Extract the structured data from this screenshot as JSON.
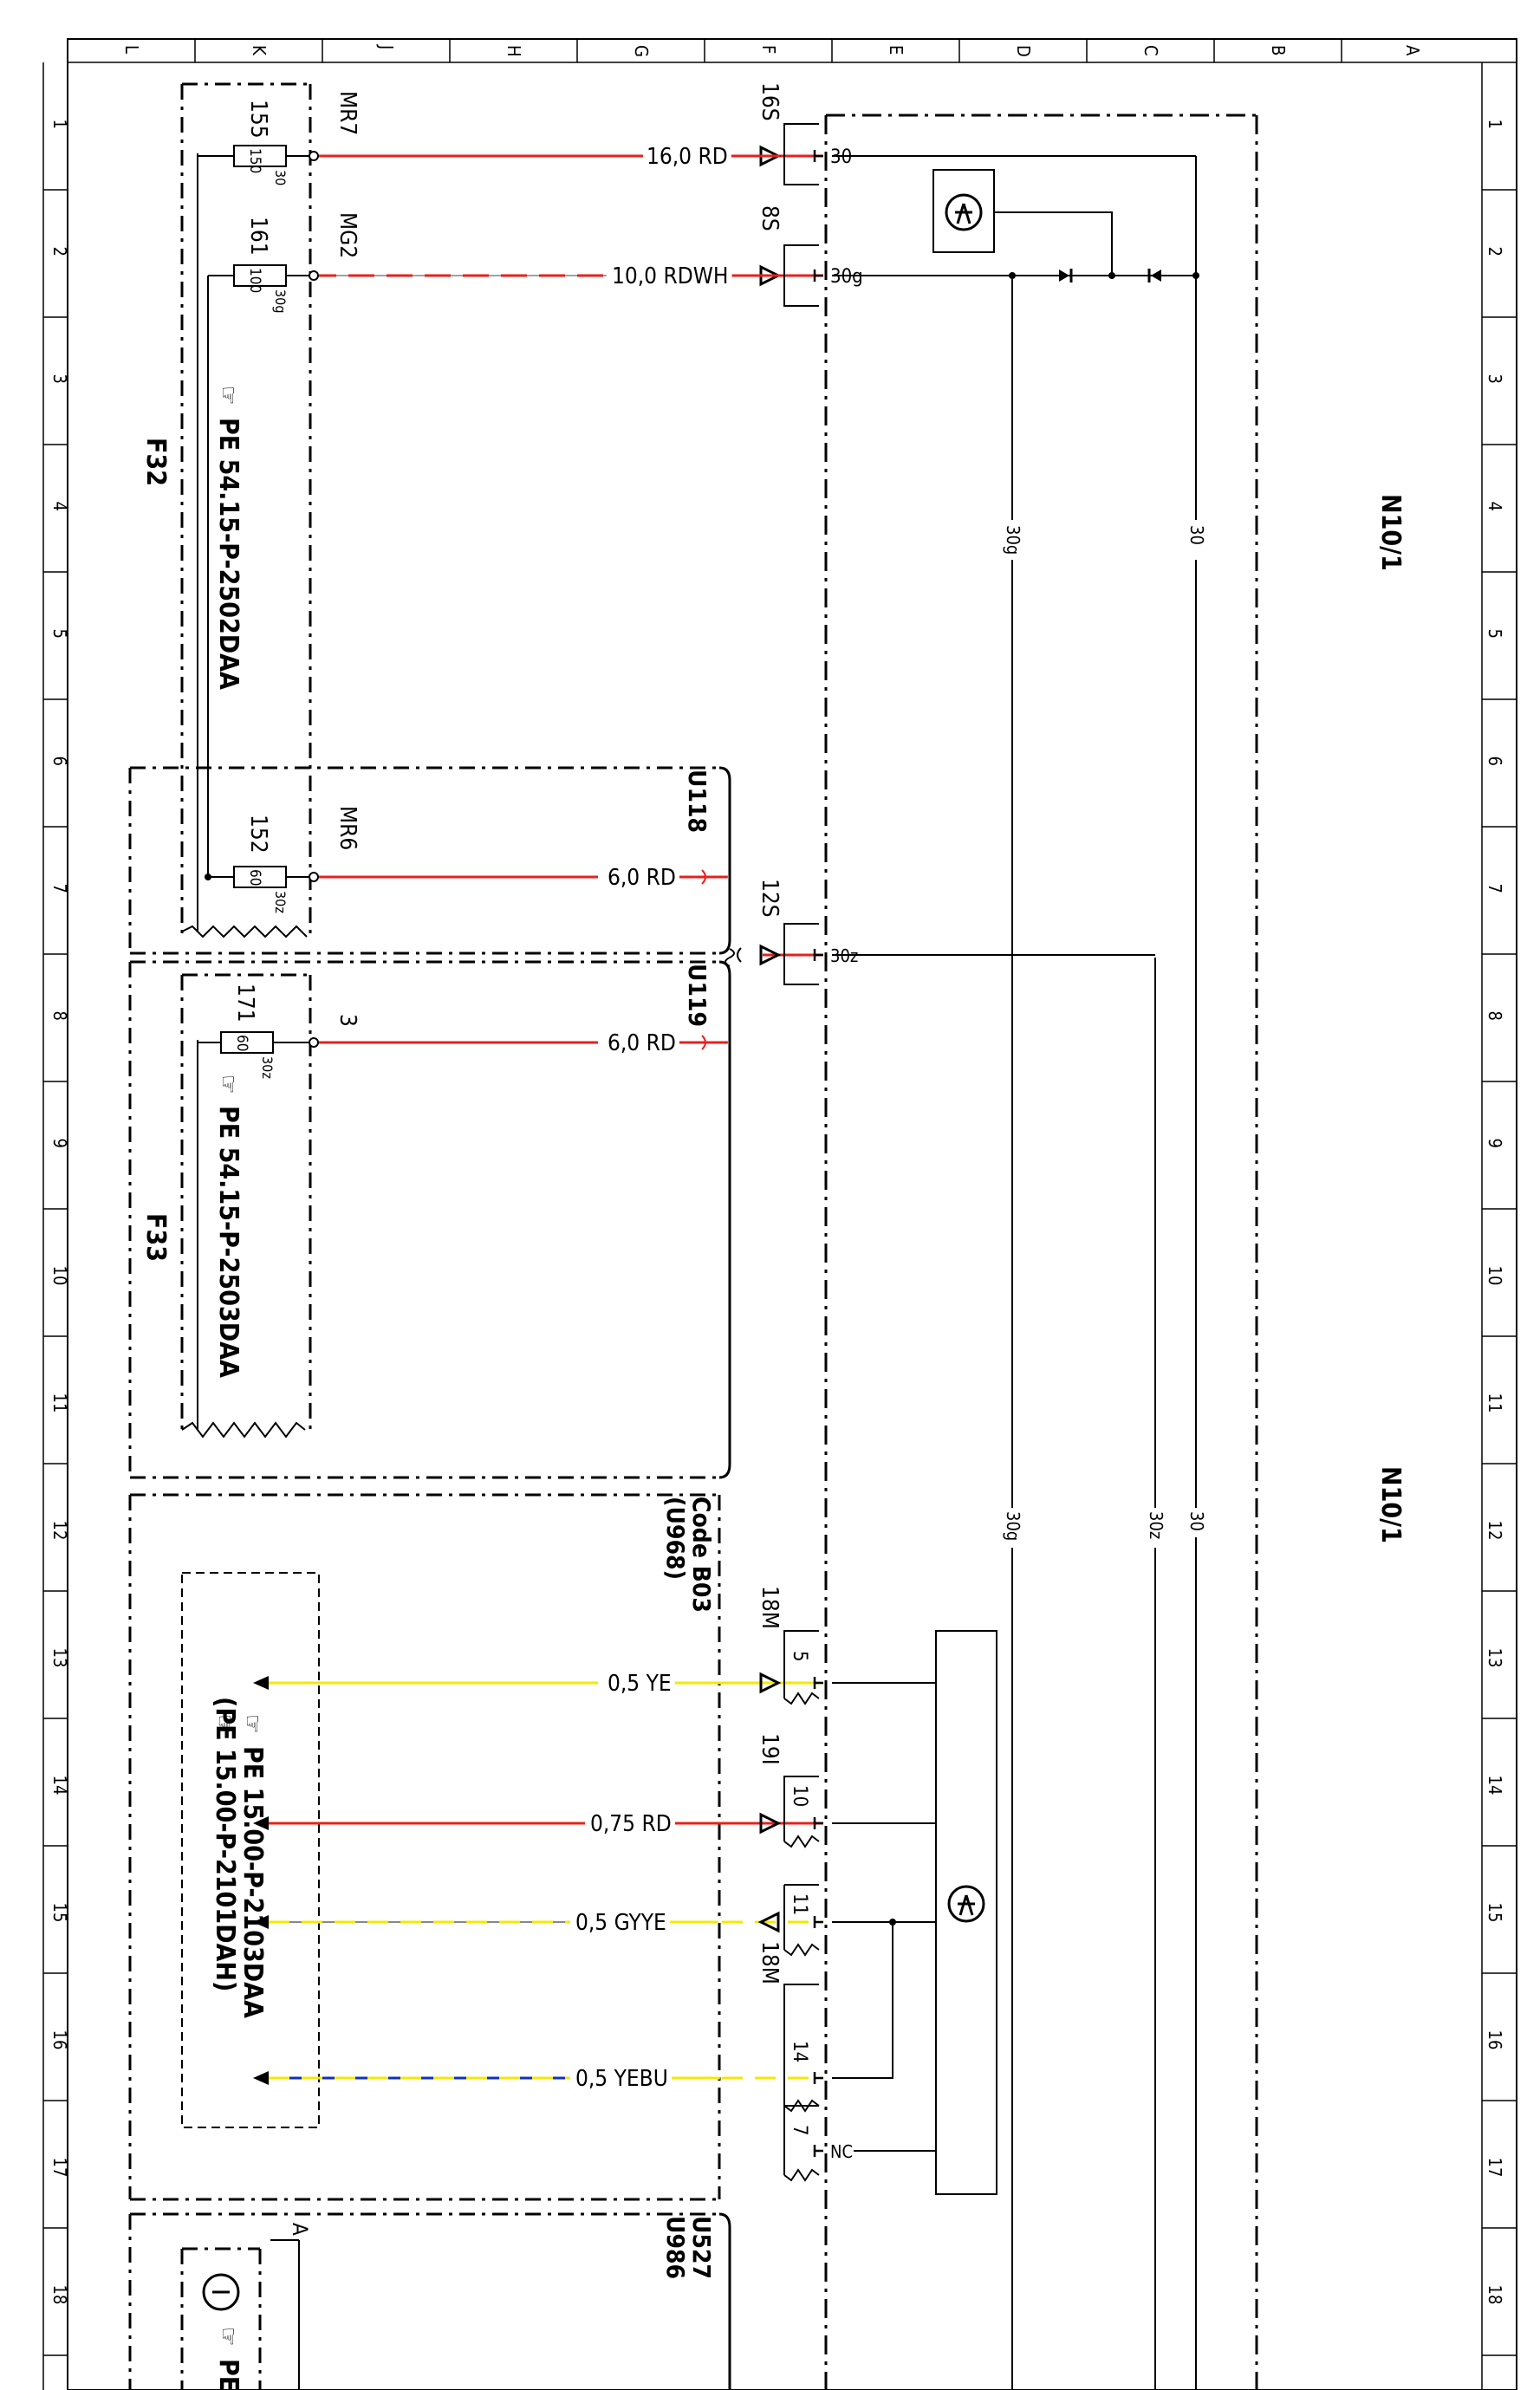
{
  "grid": {
    "columns": [
      "L",
      "K",
      "J",
      "H",
      "G",
      "F",
      "E",
      "D",
      "C",
      "B",
      "A"
    ],
    "rows": [
      "1",
      "2",
      "3",
      "4",
      "5",
      "6",
      "7",
      "8",
      "9",
      "10",
      "11",
      "12",
      "13",
      "14",
      "15",
      "16",
      "17",
      "18"
    ]
  },
  "components": {
    "n10_1_top": "N10/1",
    "n10_1_bottom": "N10/1",
    "f32": "F32",
    "f33": "F33",
    "u118": "U118",
    "u119": "U119",
    "code_b03": "Code B03",
    "u968": "(U968)",
    "u527": "U527",
    "u986": "U986",
    "ref_f32": "PE 54.15-P-2502DAA",
    "ref_f33": "PE 54.15-P-2503DAA",
    "ref_code1": "PE 15.00-P-2103DAA",
    "ref_code2": "(PE 15.00-P-2101DAH)",
    "ref_bottom": "PE",
    "label_a": "A"
  },
  "fuses": [
    {
      "num": "155",
      "rating": "150",
      "terminal": "30",
      "splice": "MR7"
    },
    {
      "num": "161",
      "rating": "100",
      "terminal": "30g",
      "splice": "MG2"
    },
    {
      "num": "152",
      "rating": "60",
      "terminal": "30z",
      "splice": "MR6"
    },
    {
      "num": "171",
      "rating": "60",
      "terminal": "30z",
      "splice": "3"
    }
  ],
  "wires": [
    {
      "label": "16,0 RD",
      "color": "#e8201c"
    },
    {
      "label": "10,0 RDWH",
      "color": "#e8201c"
    },
    {
      "label": "6,0 RD",
      "color": "#e8201c"
    },
    {
      "label": "6,0 RD",
      "color": "#e8201c"
    },
    {
      "label": "0,5 YE",
      "color": "#f2ea00"
    },
    {
      "label": "0,75 RD",
      "color": "#e8201c"
    },
    {
      "label": "0,5 GYYE",
      "color": "#f2ea00"
    },
    {
      "label": "0,5 YEBU",
      "color": "#f2ea00"
    }
  ],
  "connectors": {
    "c1": "16S",
    "c2": "8S",
    "c3": "12S",
    "c4": "18M",
    "c5": "19I",
    "c6": "18M"
  },
  "pins": {
    "p30": "30",
    "p30g": "30g",
    "p30z": "30z",
    "p5": "5",
    "p10": "10",
    "p11": "11",
    "p14": "14",
    "p7": "7",
    "pnc": "NC"
  },
  "bus_labels": {
    "b30_top": "30",
    "b30g_top": "30g",
    "b30_bot": "30",
    "b30g_bot": "30g",
    "b30z_bot": "30z"
  }
}
